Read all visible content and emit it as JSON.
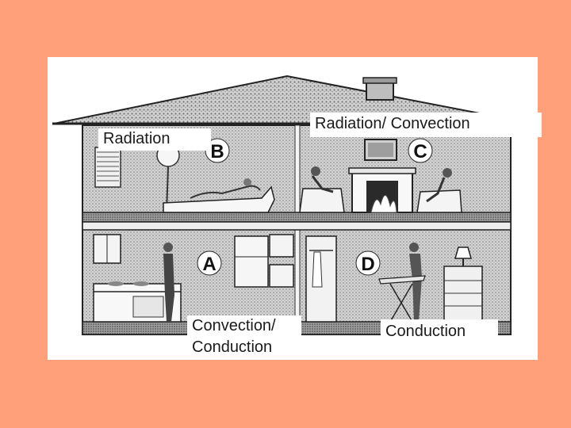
{
  "diagram": {
    "rooms": {
      "a": {
        "letter": "A"
      },
      "b": {
        "letter": "B"
      },
      "c": {
        "letter": "C"
      },
      "d": {
        "letter": "D"
      }
    },
    "labels": {
      "radiation": "Radiation",
      "radiation_convection": "Radiation/ Convection",
      "convection_conduction_line1": "Convection/",
      "convection_conduction_line2": "Conduction",
      "conduction": "Conduction"
    }
  }
}
